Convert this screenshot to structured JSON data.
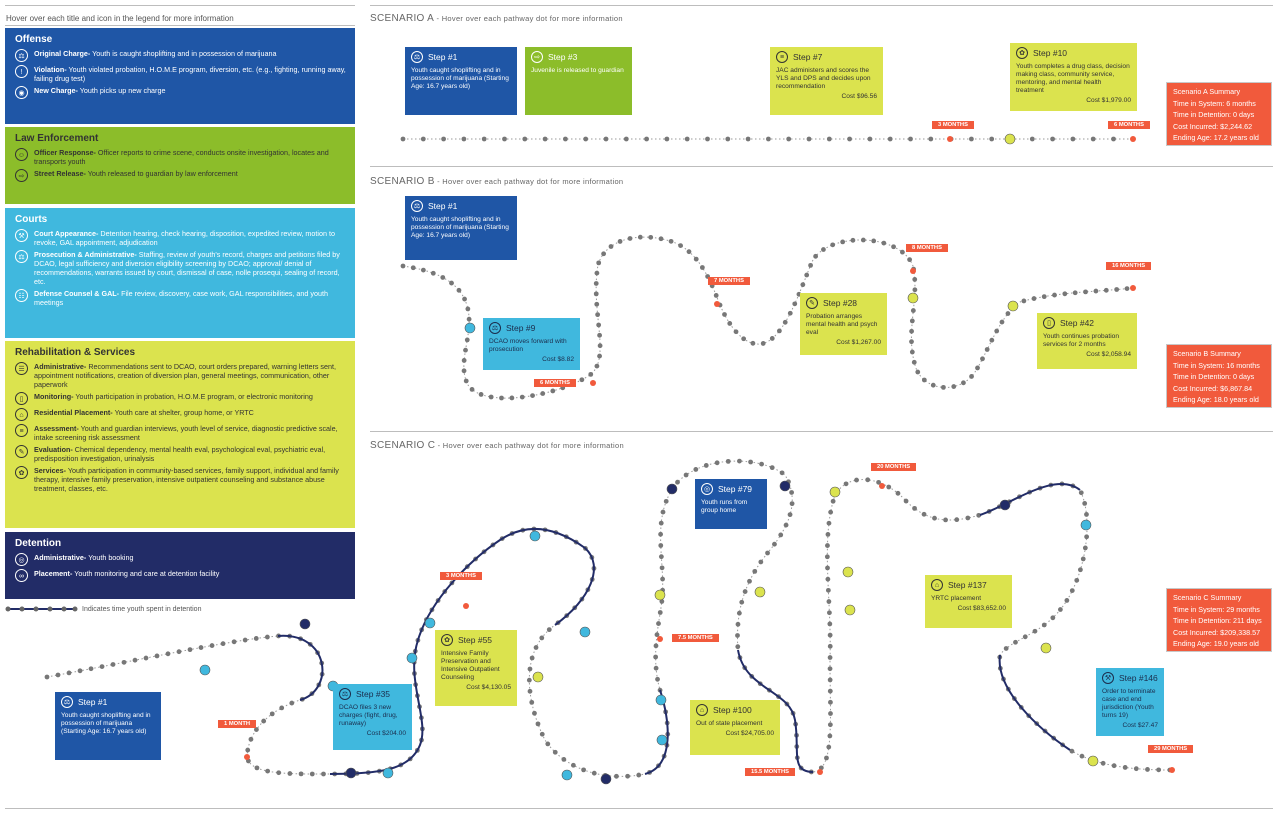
{
  "legend": {
    "hint": "Hover over each title and icon in the legend for more information",
    "categories": [
      {
        "title": "Offense",
        "items": [
          {
            "label": "Original Charge-",
            "text": " Youth is caught shoplifting and in possession of marijuana",
            "icon": "scale-icon"
          },
          {
            "label": "Violation-",
            "text": " Youth violated probation, H.O.M.E program, diversion, etc. (e.g., fighting, running away, failing drug test)",
            "icon": "warning-icon"
          },
          {
            "label": "New Charge-",
            "text": " Youth picks up new charge",
            "icon": "badge-icon"
          }
        ]
      },
      {
        "title": "Law Enforcement",
        "items": [
          {
            "label": "Officer Response-",
            "text": " Officer reports to crime scene, conducts onsite investigation, locates and transports youth",
            "icon": "officer-icon"
          },
          {
            "label": "Street Release-",
            "text": " Youth released to guardian by law enforcement",
            "icon": "release-icon"
          }
        ]
      },
      {
        "title": "Courts",
        "items": [
          {
            "label": "Court Appearance-",
            "text": " Detention hearing, check hearing, disposition, expedited review, motion to revoke, GAL appointment, adjudication",
            "icon": "gavel-icon"
          },
          {
            "label": "Prosecution & Administrative-",
            "text": " Staffing, review of youth's record, charges and petitions filed by DCAO, legal sufficiency and diversion eligibility screening by DCAO; approval/ denial of recommendations, warrants issued by court, dismissal of case, nolle prosequi, sealing of record, etc.",
            "icon": "prosecution-icon"
          },
          {
            "label": "Defense Counsel & GAL-",
            "text": " File review, discovery, case work, GAL responsibilities, and youth meetings",
            "icon": "counsel-icon"
          }
        ]
      },
      {
        "title": "Rehabilitation & Services",
        "items": [
          {
            "label": "Administrative-",
            "text": " Recommendations sent to DCAO, court orders prepared, warning letters sent, appointment notifications, creation of diversion plan, general meetings, communication, other paperwork",
            "icon": "clipboard-icon"
          },
          {
            "label": "Monitoring-",
            "text": " Youth participation in probation, H.O.M.E program, or electronic monitoring",
            "icon": "monitor-icon"
          },
          {
            "label": "Residential Placement-",
            "text": " Youth care at shelter, group home, or YRTC",
            "icon": "house-icon"
          },
          {
            "label": "Assessment-",
            "text": " Youth and guardian interviews, youth level of service, diagnostic predictive scale, intake screening risk assessment",
            "icon": "assessment-icon"
          },
          {
            "label": "Evaluation-",
            "text": " Chemical dependency, mental health eval, psychological eval, psychiatric eval, predisposition investigation, urinalysis",
            "icon": "evaluation-icon"
          },
          {
            "label": "Services-",
            "text": " Youth participation in community-based services, family support, individual and family therapy, intensive family preservation, intensive outpatient counseling and substance abuse treatment, classes, etc.",
            "icon": "services-icon"
          }
        ]
      },
      {
        "title": "Detention",
        "items": [
          {
            "label": "Administrative-",
            "text": " Youth booking",
            "icon": "booking-icon"
          },
          {
            "label": "Placement-",
            "text": " Youth monitoring and care at detention facility",
            "icon": "handcuffs-icon"
          }
        ]
      }
    ],
    "detention_line": "Indicates time youth spent in detention"
  },
  "scenarios": [
    {
      "title": "SCENARIO A",
      "hint": " - Hover over each pathway dot for more information",
      "steps": [
        {
          "step": "Step #1",
          "text": "Youth caught shoplifting and in possession of marijuana (Starting Age: 16.7 years old)",
          "cost": ""
        },
        {
          "step": "Step #3",
          "text": "Juvenile is released to guardian",
          "cost": ""
        },
        {
          "step": "Step #7",
          "text": "JAC administers and scores the YLS and DPS and decides upon recommendation",
          "cost": "Cost $96.56"
        },
        {
          "step": "Step #10",
          "text": "Youth completes a drug class, decision making class, community service, mentoring, and mental health treatment",
          "cost": "Cost $1,979.00"
        }
      ],
      "months": [
        "3 MONTHS",
        "6 MONTHS"
      ],
      "summary": [
        "Scenario A Summary",
        "Time in System: 6 months",
        "Time in Detention: 0 days",
        "Cost Incurred: $2,244.62",
        "Ending Age: 17.2 years old"
      ]
    },
    {
      "title": "SCENARIO B",
      "hint": " - Hover over each pathway dot for more information",
      "steps": [
        {
          "step": "Step #1",
          "text": "Youth caught shoplifting and in possession of marijuana (Starting Age: 16.7 years old)",
          "cost": ""
        },
        {
          "step": "Step #9",
          "text": "DCAO moves forward with prosecution",
          "cost": "Cost $8.82"
        },
        {
          "step": "Step #28",
          "text": "Probation arranges mental health and psych eval",
          "cost": "Cost $1,267.00"
        },
        {
          "step": "Step #42",
          "text": "Youth continues probation services for 2 months",
          "cost": "Cost $2,058.94"
        }
      ],
      "months": [
        "6 MONTHS",
        "7 MONTHS",
        "8 MONTHS",
        "16 MONTHS"
      ],
      "summary": [
        "Scenario B Summary",
        "Time in System: 16 months",
        "Time in Detention: 0 days",
        "Cost Incurred: $6,867.84",
        "Ending Age: 18.0 years old"
      ]
    },
    {
      "title": "SCENARIO C",
      "hint": " - Hover over each pathway dot for more information",
      "steps": [
        {
          "step": "Step #1",
          "text": "Youth caught shoplifting and in possession of marijuana (Starting Age: 16.7 years old)",
          "cost": ""
        },
        {
          "step": "Step #35",
          "text": "DCAO files 3 new charges (fight, drug, runaway)",
          "cost": "Cost $204.00"
        },
        {
          "step": "Step #55",
          "text": "Intensive Family Preservation and Intensive Outpatient Counseling",
          "cost": "Cost $4,130.05"
        },
        {
          "step": "Step #79",
          "text": "Youth runs from group home",
          "cost": ""
        },
        {
          "step": "Step #100",
          "text": "Out of state placement",
          "cost": "Cost $24,705.00"
        },
        {
          "step": "Step #137",
          "text": "YRTC placement",
          "cost": "Cost $83,652.00"
        },
        {
          "step": "Step #146",
          "text": "Order to terminate case and end jurisdiction (Youth turns 19)",
          "cost": "Cost $27.47"
        }
      ],
      "months": [
        "1 MONTH",
        "3 MONTHS",
        "7.5 MONTHS",
        "15.5 MONTHS",
        "20 MONTHS",
        "29 MONTHS"
      ],
      "summary": [
        "Scenario C Summary",
        "Time in System: 29 months",
        "Time in Detention: 211 days",
        "Cost Incurred: $209,338.57",
        "Ending Age: 19.0 years old"
      ]
    }
  ],
  "colors": {
    "offense": "#1f56a6",
    "law": "#8cbd2a",
    "courts": "#40b8de",
    "rehab": "#dbe34e",
    "detention": "#222c67",
    "month": "#f15a3c",
    "dot": "#777777"
  }
}
